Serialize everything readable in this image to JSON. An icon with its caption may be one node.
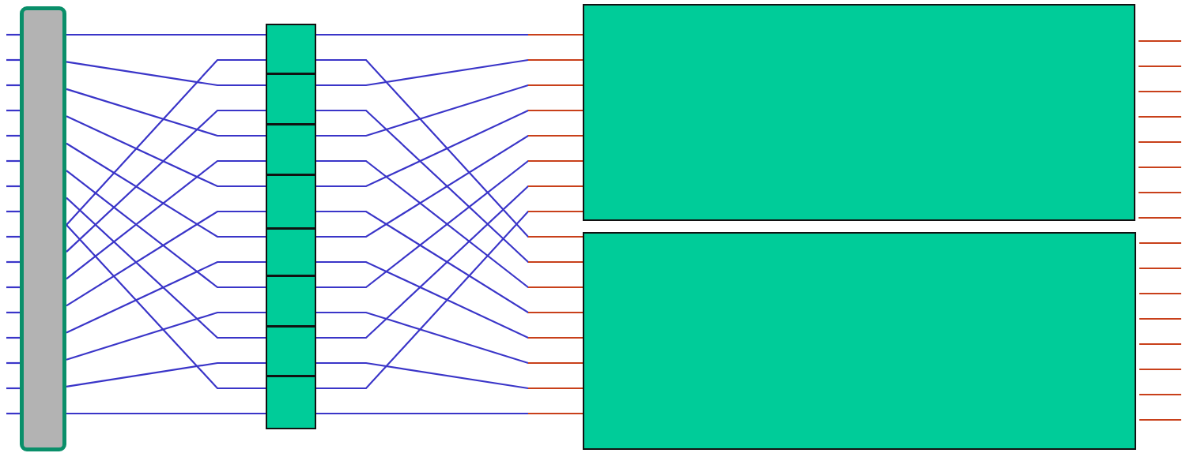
{
  "diagram": {
    "nodes": [
      {
        "text": [],
        "shape": "bar"
      },
      {
        "text": [],
        "shape": "box"
      },
      {
        "text": [],
        "shape": "box"
      },
      {
        "text": [],
        "shape": "box"
      },
      {
        "text": [],
        "shape": "box"
      },
      {
        "text": [],
        "shape": "box"
      },
      {
        "text": [],
        "shape": "box"
      },
      {
        "text": [],
        "shape": "box"
      },
      {
        "text": [],
        "shape": "box"
      },
      {
        "text": [],
        "shape": "box"
      },
      {
        "text": [],
        "shape": "box"
      }
    ],
    "edges": [
      {
        "from": null,
        "to": 0,
        "arrow": "none"
      },
      {
        "from": null,
        "to": 0,
        "arrow": "none"
      },
      {
        "from": null,
        "to": 0,
        "arrow": "none"
      },
      {
        "from": null,
        "to": 0,
        "arrow": "none"
      },
      {
        "from": null,
        "to": 0,
        "arrow": "none"
      },
      {
        "from": null,
        "to": 0,
        "arrow": "none"
      },
      {
        "from": null,
        "to": 0,
        "arrow": "none"
      },
      {
        "from": null,
        "to": 0,
        "arrow": "none"
      },
      {
        "from": null,
        "to": 0,
        "arrow": "none"
      },
      {
        "from": null,
        "to": 0,
        "arrow": "none"
      },
      {
        "from": null,
        "to": 0,
        "arrow": "none"
      },
      {
        "from": null,
        "to": 0,
        "arrow": "none"
      },
      {
        "from": null,
        "to": 0,
        "arrow": "none"
      },
      {
        "from": null,
        "to": 0,
        "arrow": "none"
      },
      {
        "from": null,
        "to": 0,
        "arrow": "none"
      },
      {
        "from": null,
        "to": 0,
        "arrow": "none"
      },
      {
        "from": 0,
        "to": 1,
        "arrow": "none"
      },
      {
        "from": 0,
        "to": 2,
        "arrow": "none"
      },
      {
        "from": 0,
        "to": 3,
        "arrow": "none"
      },
      {
        "from": 0,
        "to": 4,
        "arrow": "none"
      },
      {
        "from": 0,
        "to": 5,
        "arrow": "none"
      },
      {
        "from": 0,
        "to": 6,
        "arrow": "none"
      },
      {
        "from": 0,
        "to": 7,
        "arrow": "none"
      },
      {
        "from": 0,
        "to": 8,
        "arrow": "none"
      },
      {
        "from": 0,
        "to": 1,
        "arrow": "none"
      },
      {
        "from": 0,
        "to": 2,
        "arrow": "none"
      },
      {
        "from": 0,
        "to": 3,
        "arrow": "none"
      },
      {
        "from": 0,
        "to": 4,
        "arrow": "none"
      },
      {
        "from": 0,
        "to": 5,
        "arrow": "none"
      },
      {
        "from": 0,
        "to": 6,
        "arrow": "none"
      },
      {
        "from": 0,
        "to": 7,
        "arrow": "none"
      },
      {
        "from": 0,
        "to": 8,
        "arrow": "none"
      },
      {
        "from": 1,
        "to": 9,
        "arrow": "none"
      },
      {
        "from": 1,
        "to": 10,
        "arrow": "none"
      },
      {
        "from": 2,
        "to": 9,
        "arrow": "none"
      },
      {
        "from": 2,
        "to": 10,
        "arrow": "none"
      },
      {
        "from": 3,
        "to": 9,
        "arrow": "none"
      },
      {
        "from": 3,
        "to": 10,
        "arrow": "none"
      },
      {
        "from": 4,
        "to": 9,
        "arrow": "none"
      },
      {
        "from": 4,
        "to": 10,
        "arrow": "none"
      },
      {
        "from": 5,
        "to": 9,
        "arrow": "none"
      },
      {
        "from": 5,
        "to": 10,
        "arrow": "none"
      },
      {
        "from": 6,
        "to": 9,
        "arrow": "none"
      },
      {
        "from": 6,
        "to": 10,
        "arrow": "none"
      },
      {
        "from": 7,
        "to": 9,
        "arrow": "none"
      },
      {
        "from": 7,
        "to": 10,
        "arrow": "none"
      },
      {
        "from": 8,
        "to": 9,
        "arrow": "none"
      },
      {
        "from": 8,
        "to": 10,
        "arrow": "none"
      },
      {
        "from": 9,
        "to": null,
        "arrow": "none",
        "color": "#c8401a"
      },
      {
        "from": 9,
        "to": null,
        "arrow": "none",
        "color": "#c8401a"
      },
      {
        "from": 9,
        "to": null,
        "arrow": "none",
        "color": "#c8401a"
      },
      {
        "from": 9,
        "to": null,
        "arrow": "none",
        "color": "#c8401a"
      },
      {
        "from": 9,
        "to": null,
        "arrow": "none",
        "color": "#c8401a"
      },
      {
        "from": 9,
        "to": null,
        "arrow": "none",
        "color": "#c8401a"
      },
      {
        "from": 9,
        "to": null,
        "arrow": "none",
        "color": "#c8401a"
      },
      {
        "from": 9,
        "to": null,
        "arrow": "none",
        "color": "#c8401a"
      },
      {
        "from": 10,
        "to": null,
        "arrow": "none",
        "color": "#c8401a"
      },
      {
        "from": 10,
        "to": null,
        "arrow": "none",
        "color": "#c8401a"
      },
      {
        "from": 10,
        "to": null,
        "arrow": "none",
        "color": "#c8401a"
      },
      {
        "from": 10,
        "to": null,
        "arrow": "none",
        "color": "#c8401a"
      },
      {
        "from": 10,
        "to": null,
        "arrow": "none",
        "color": "#c8401a"
      },
      {
        "from": 10,
        "to": null,
        "arrow": "none",
        "color": "#c8401a"
      },
      {
        "from": 10,
        "to": null,
        "arrow": "none",
        "color": "#c8401a"
      },
      {
        "from": 10,
        "to": null,
        "arrow": "none",
        "color": "#c8401a"
      }
    ]
  }
}
